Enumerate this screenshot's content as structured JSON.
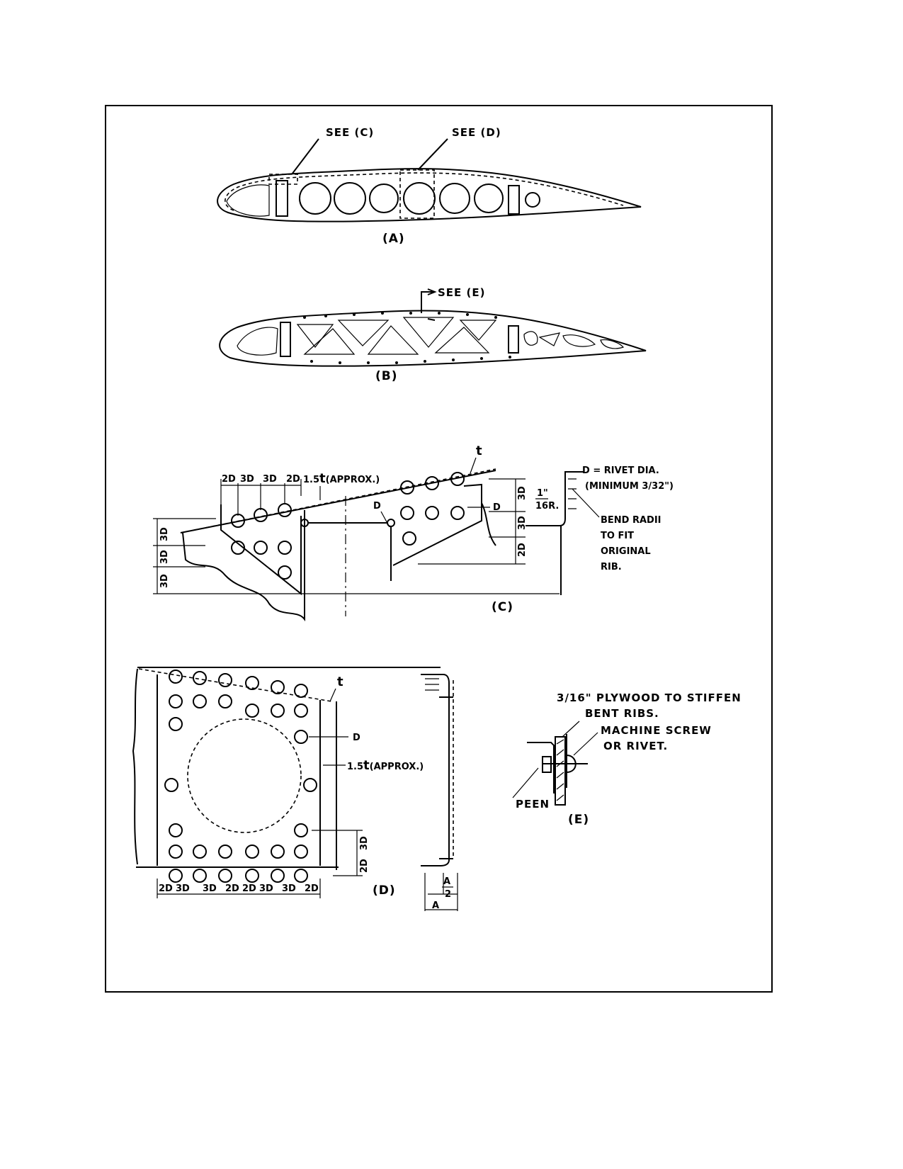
{
  "views": {
    "a": {
      "caption": "(A)",
      "callout_c": "SEE (C)",
      "callout_d": "SEE (D)"
    },
    "b": {
      "caption": "(B)",
      "callout_e": "SEE (E)"
    },
    "c": {
      "caption": "(C)",
      "dims_top": [
        "2D",
        "3D",
        "3D",
        "2D"
      ],
      "edge_dist": "1.5",
      "edge_dist_unit": "t",
      "edge_dist_note": "(APPROX.)",
      "thickness": "t",
      "rivet_label_left": "D",
      "rivet_label_right": "D",
      "dims_left": [
        "3D",
        "3D",
        "3D"
      ],
      "dims_right": [
        "3D",
        "3D",
        "2D"
      ],
      "radius_num": "1",
      "radius_den": "16",
      "radius_inch": "\"",
      "radius_r": "R.",
      "legend_line1": "D = RIVET DIA.",
      "legend_line2": "(MINIMUM 3/32\")",
      "bend_note": [
        "BEND RADII",
        "TO FIT",
        "ORIGINAL",
        "RIB."
      ]
    },
    "d": {
      "caption": "(D)",
      "thickness": "t",
      "rivet_label": "D",
      "edge_dist": "1.5",
      "edge_dist_unit": "t",
      "edge_dist_note": "(APPROX.)",
      "dims_bottom": [
        "2D",
        "3D",
        "3D",
        "2D",
        "2D",
        "3D",
        "3D",
        "2D"
      ],
      "dims_right": [
        "2D",
        "3D"
      ],
      "flange_half_num": "A",
      "flange_half_den": "2",
      "flange_full": "A"
    },
    "e": {
      "caption": "(E)",
      "ply_num": "3",
      "ply_den": "16",
      "ply_inch": "\"",
      "ply_text": "PLYWOOD TO STIFFEN",
      "ply_text2": "BENT RIBS.",
      "screw_line1": "MACHINE SCREW",
      "screw_line2": "OR RIVET.",
      "peen": "PEEN"
    }
  }
}
